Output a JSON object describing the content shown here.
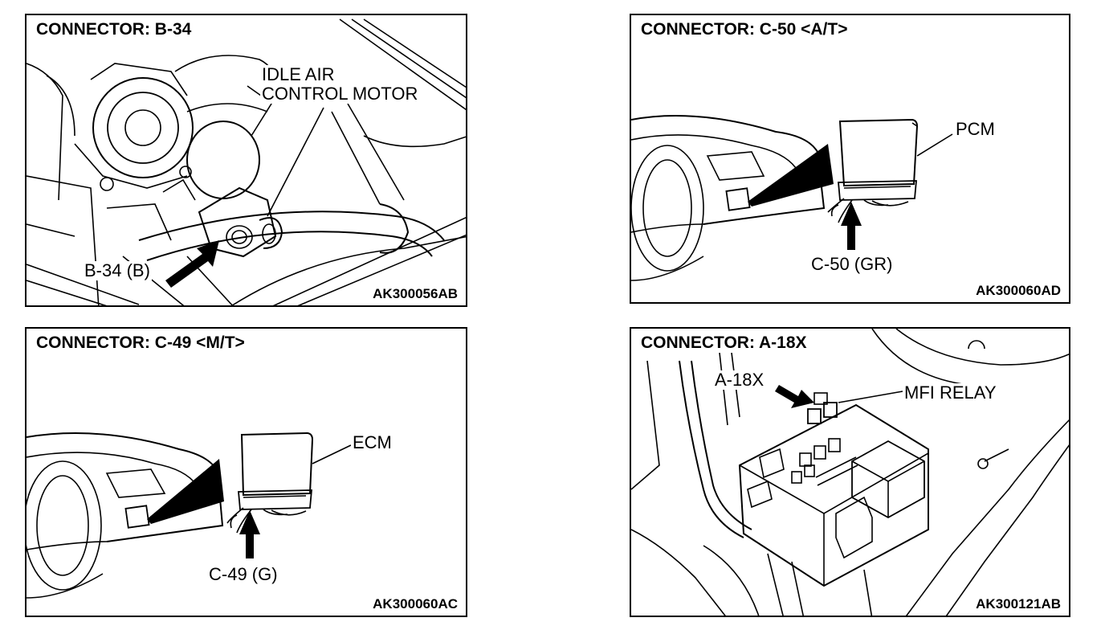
{
  "panels": [
    {
      "title": "CONNECTOR: B-34",
      "code": "AK300056AB",
      "labels": {
        "component_line1": "IDLE AIR",
        "component_line2": "CONTROL MOTOR",
        "connector": "B-34 (B)"
      }
    },
    {
      "title": "CONNECTOR: C-50 <A/T>",
      "code": "AK300060AD",
      "labels": {
        "component": "PCM",
        "connector": "C-50 (GR)"
      }
    },
    {
      "title": "CONNECTOR: C-49 <M/T>",
      "code": "AK300060AC",
      "labels": {
        "component": "ECM",
        "connector": "C-49 (G)"
      }
    },
    {
      "title": "CONNECTOR: A-18X",
      "code": "AK300121AB",
      "labels": {
        "connector": "A-18X",
        "component": "MFI RELAY"
      }
    }
  ]
}
